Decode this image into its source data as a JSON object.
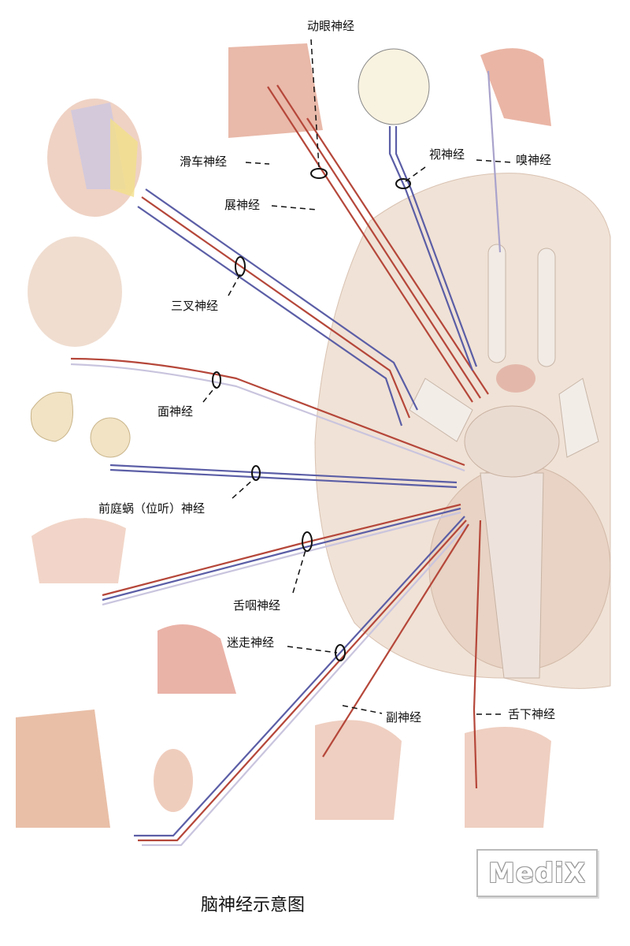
{
  "title": "脑神经示意图",
  "watermark": "MediX",
  "labels": {
    "oculomotor": "动眼神经",
    "trochlear": "滑车神经",
    "abducens": "展神经",
    "optic": "视神经",
    "olfactory": "嗅神经",
    "trigeminal": "三叉神经",
    "facial": "面神经",
    "vestibulocochlear": "前庭蜗（位听）神经",
    "glossopharyngeal": "舌咽神经",
    "vagus": "迷走神经",
    "accessory": "副神经",
    "hypoglossal": "舌下神经"
  },
  "colors": {
    "motor": "#b5473a",
    "sensory": "#5b5ea6",
    "mixed": "#c9c4de",
    "brain": "#efe0d4"
  }
}
